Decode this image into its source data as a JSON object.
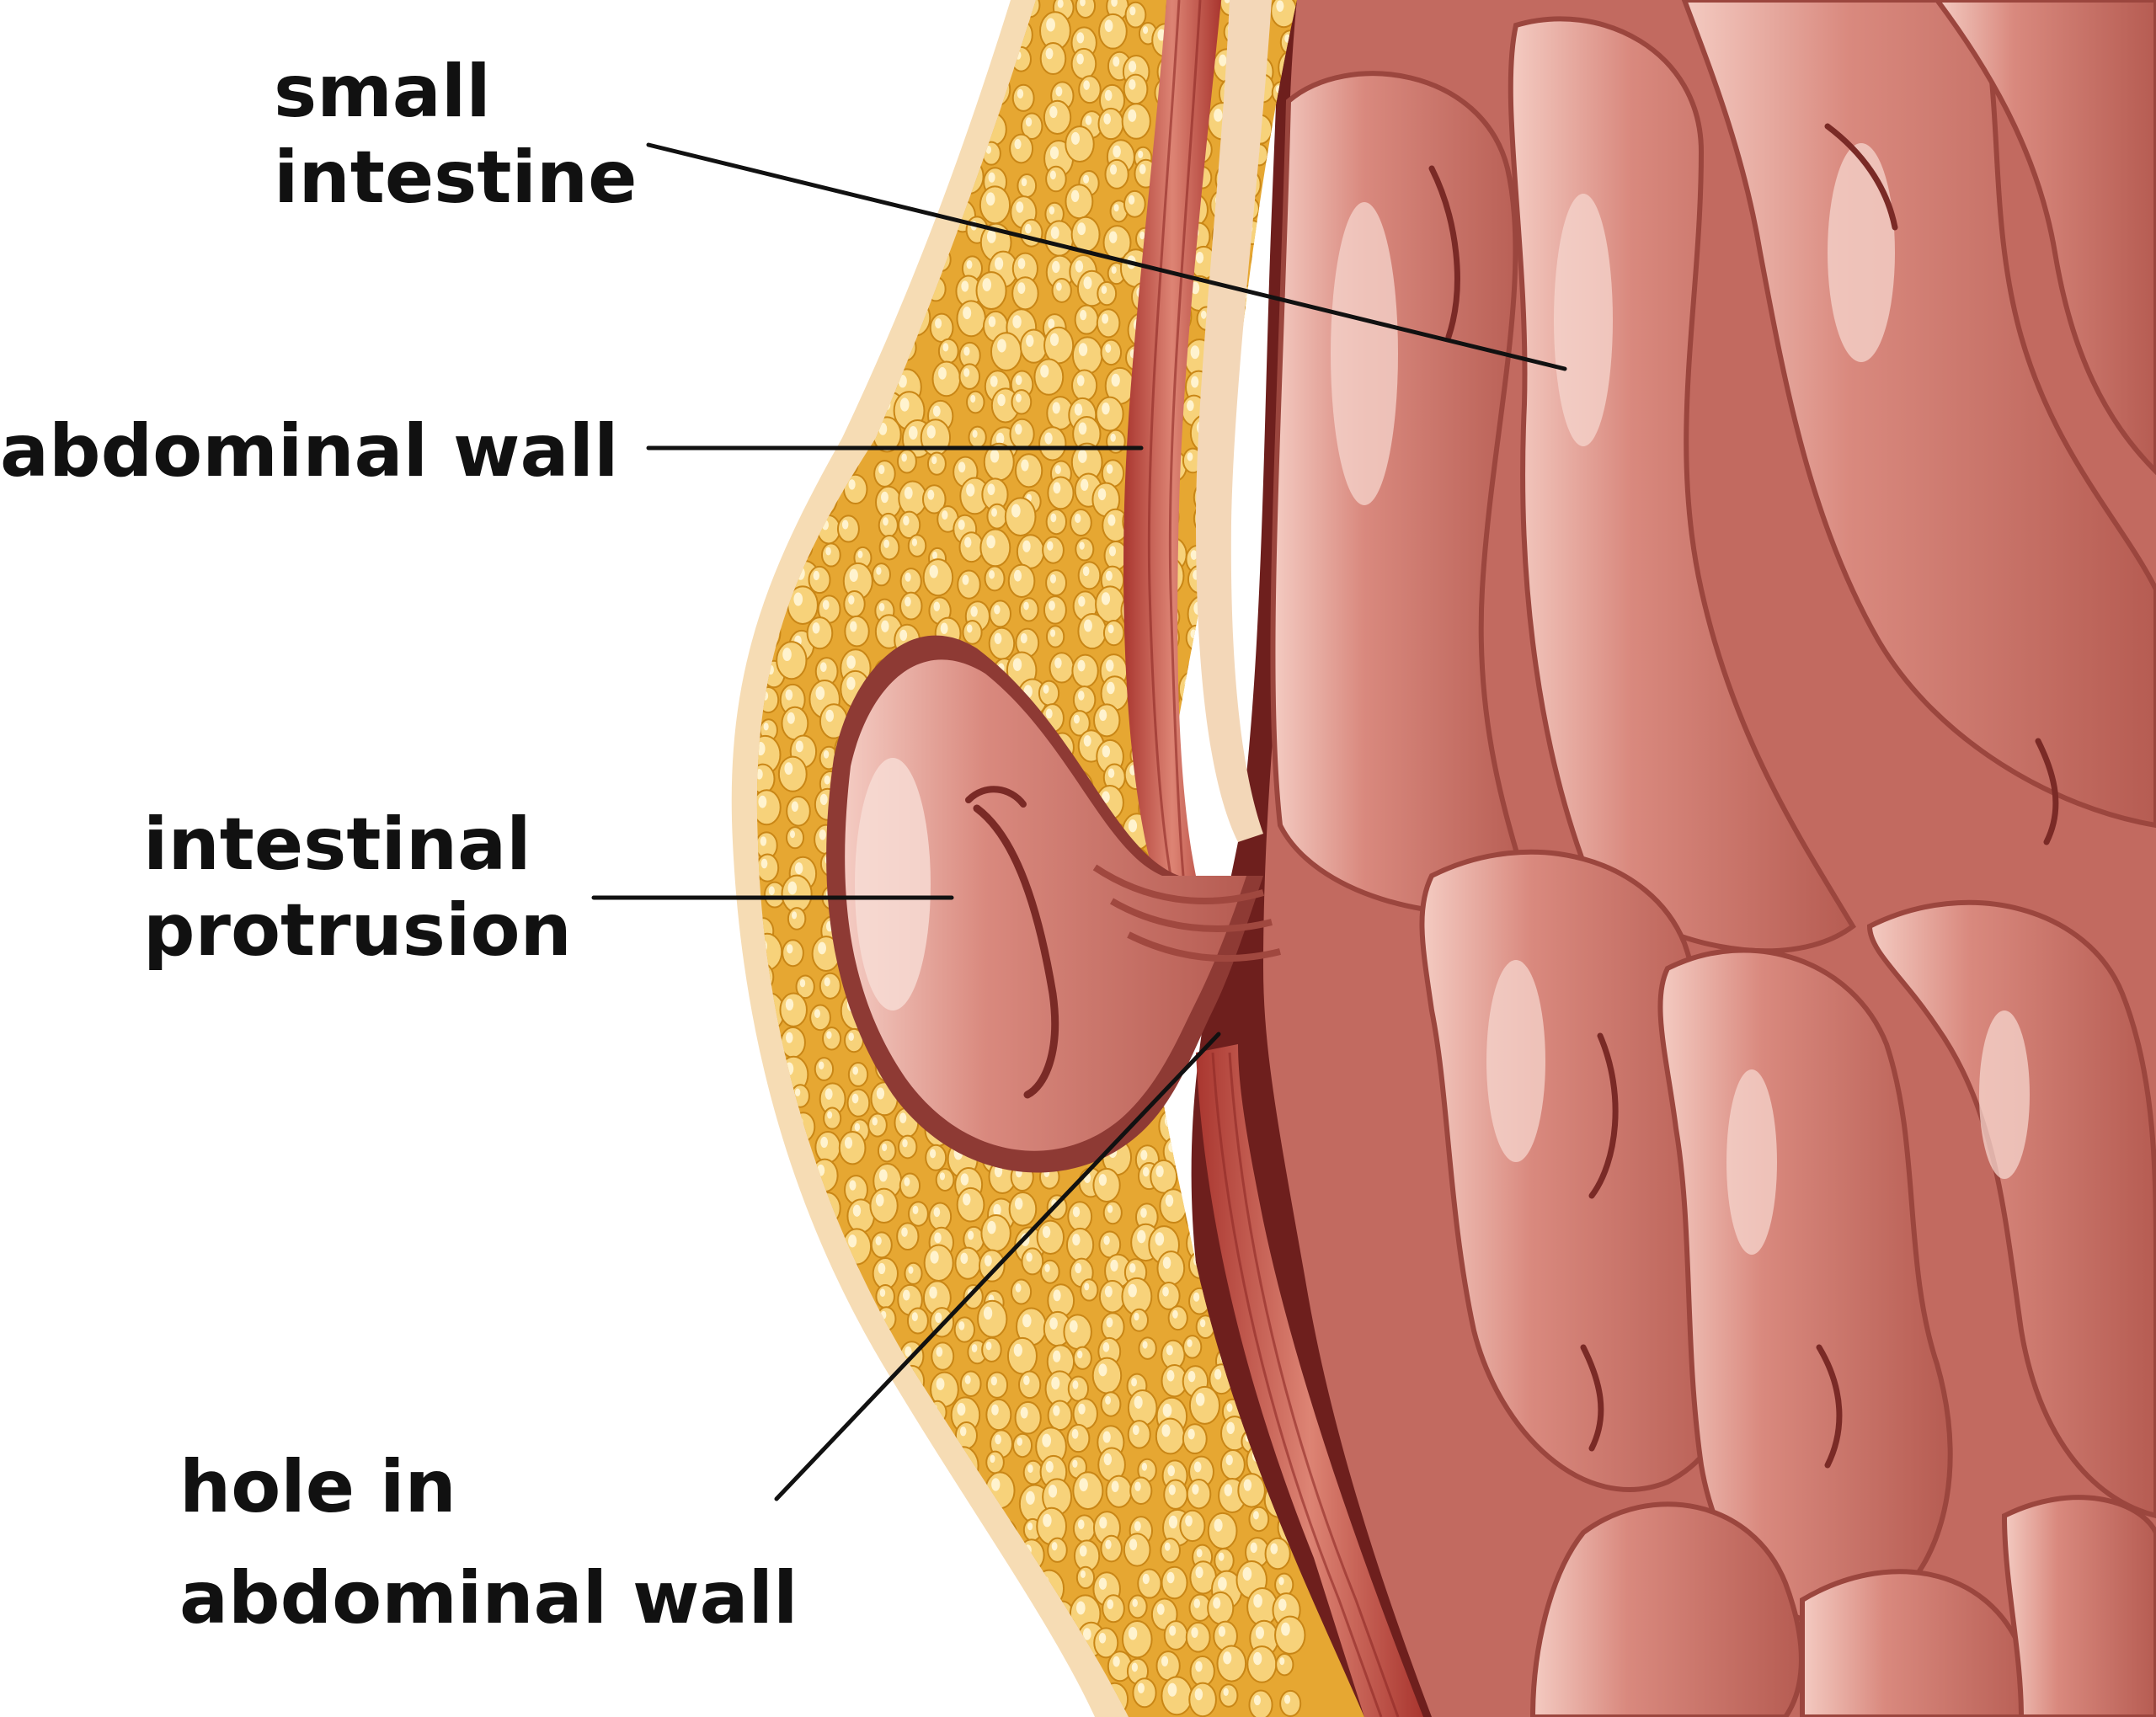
{
  "labels": {
    "small_intestine": [
      "small",
      "intestine"
    ],
    "abdominal_wall": "abdominal wall",
    "intestinal_protrusion": [
      "intestinal",
      "protrusion"
    ],
    "hole": [
      "hole in",
      "abdominal wall"
    ]
  },
  "colors": {
    "background": "#ffffff",
    "skin": "#f6dcb4",
    "fat": "#e6a732",
    "fat_cell": "#f7d27a",
    "fat_highlight": "#fff3cf",
    "muscle": "#b9463d",
    "muscle_light": "#d6766b",
    "intestine": "#c9766c",
    "intestine_highlight": "#f0c4bb",
    "intestine_dark": "#8e3a34",
    "cavity": "#6e1f1d",
    "leader_line": "#111111"
  }
}
